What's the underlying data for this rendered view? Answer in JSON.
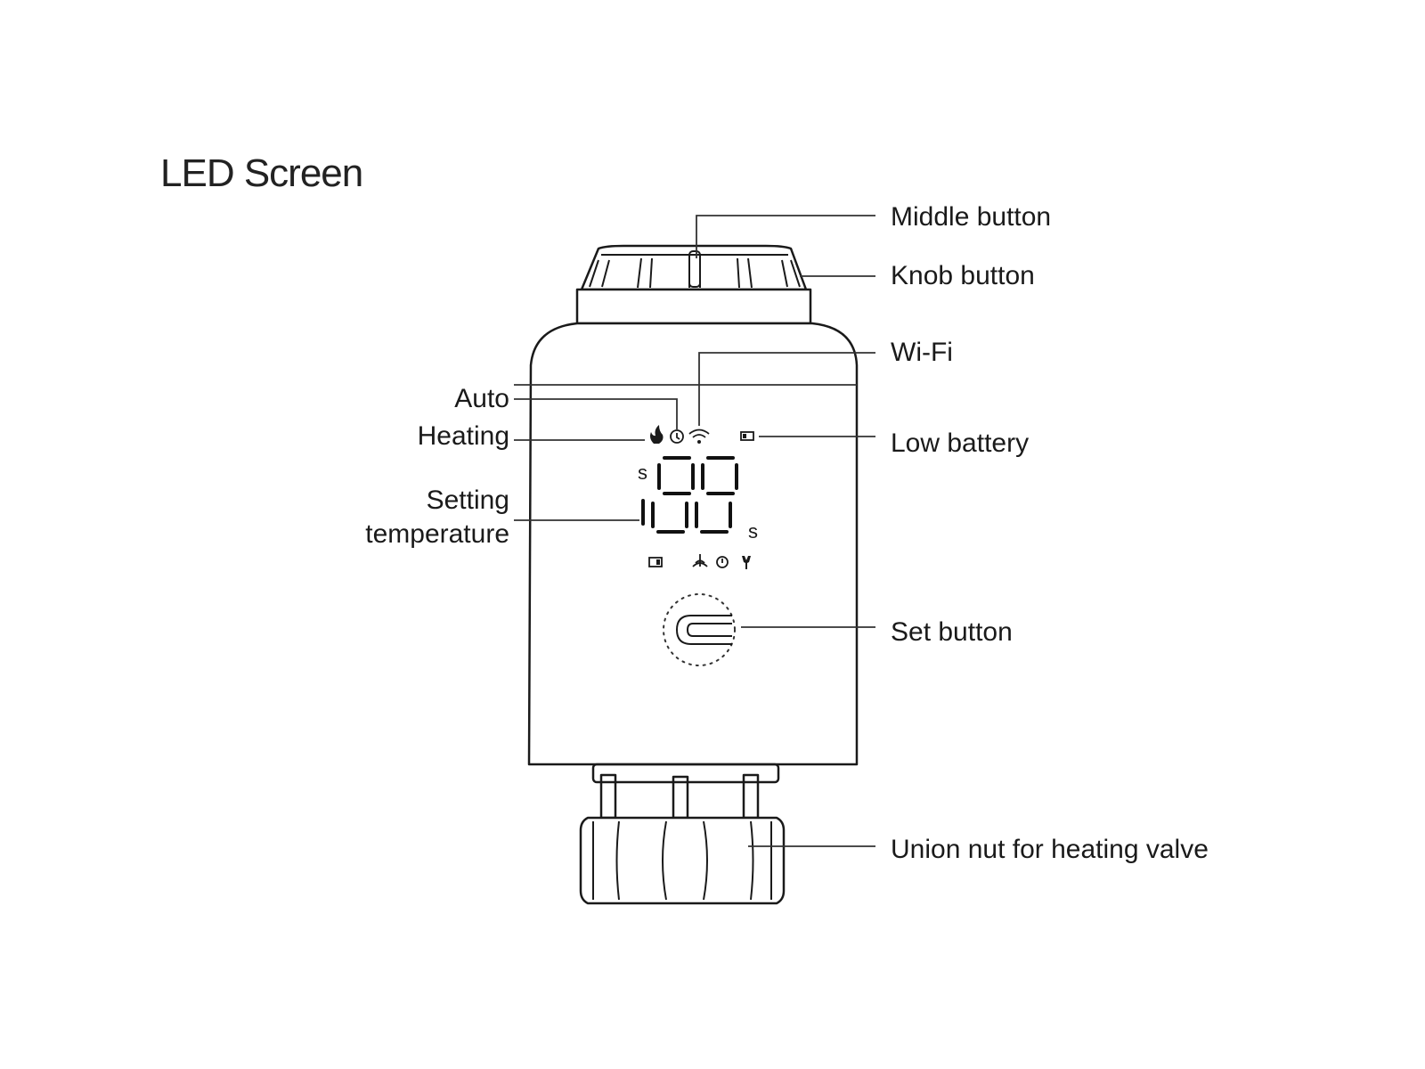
{
  "title": "LED Screen",
  "labels": {
    "middle_button": "Middle button",
    "knob_button": "Knob button",
    "wifi": "Wi-Fi",
    "auto": "Auto",
    "heating": "Heating",
    "low_battery": "Low battery",
    "setting_line1": "Setting",
    "setting_line2": "temperature",
    "set_button": "Set button",
    "union_nut": "Union nut for heating valve"
  },
  "display": {
    "prefix": "s",
    "suffix": "s"
  },
  "icons": [
    "flame-icon",
    "clock-icon",
    "wifi-icon",
    "battery-icon",
    "child-lock-icon",
    "signal-icon",
    "wrench-icon"
  ],
  "colors": {
    "ink": "#1a1a1a",
    "background": "#ffffff"
  }
}
